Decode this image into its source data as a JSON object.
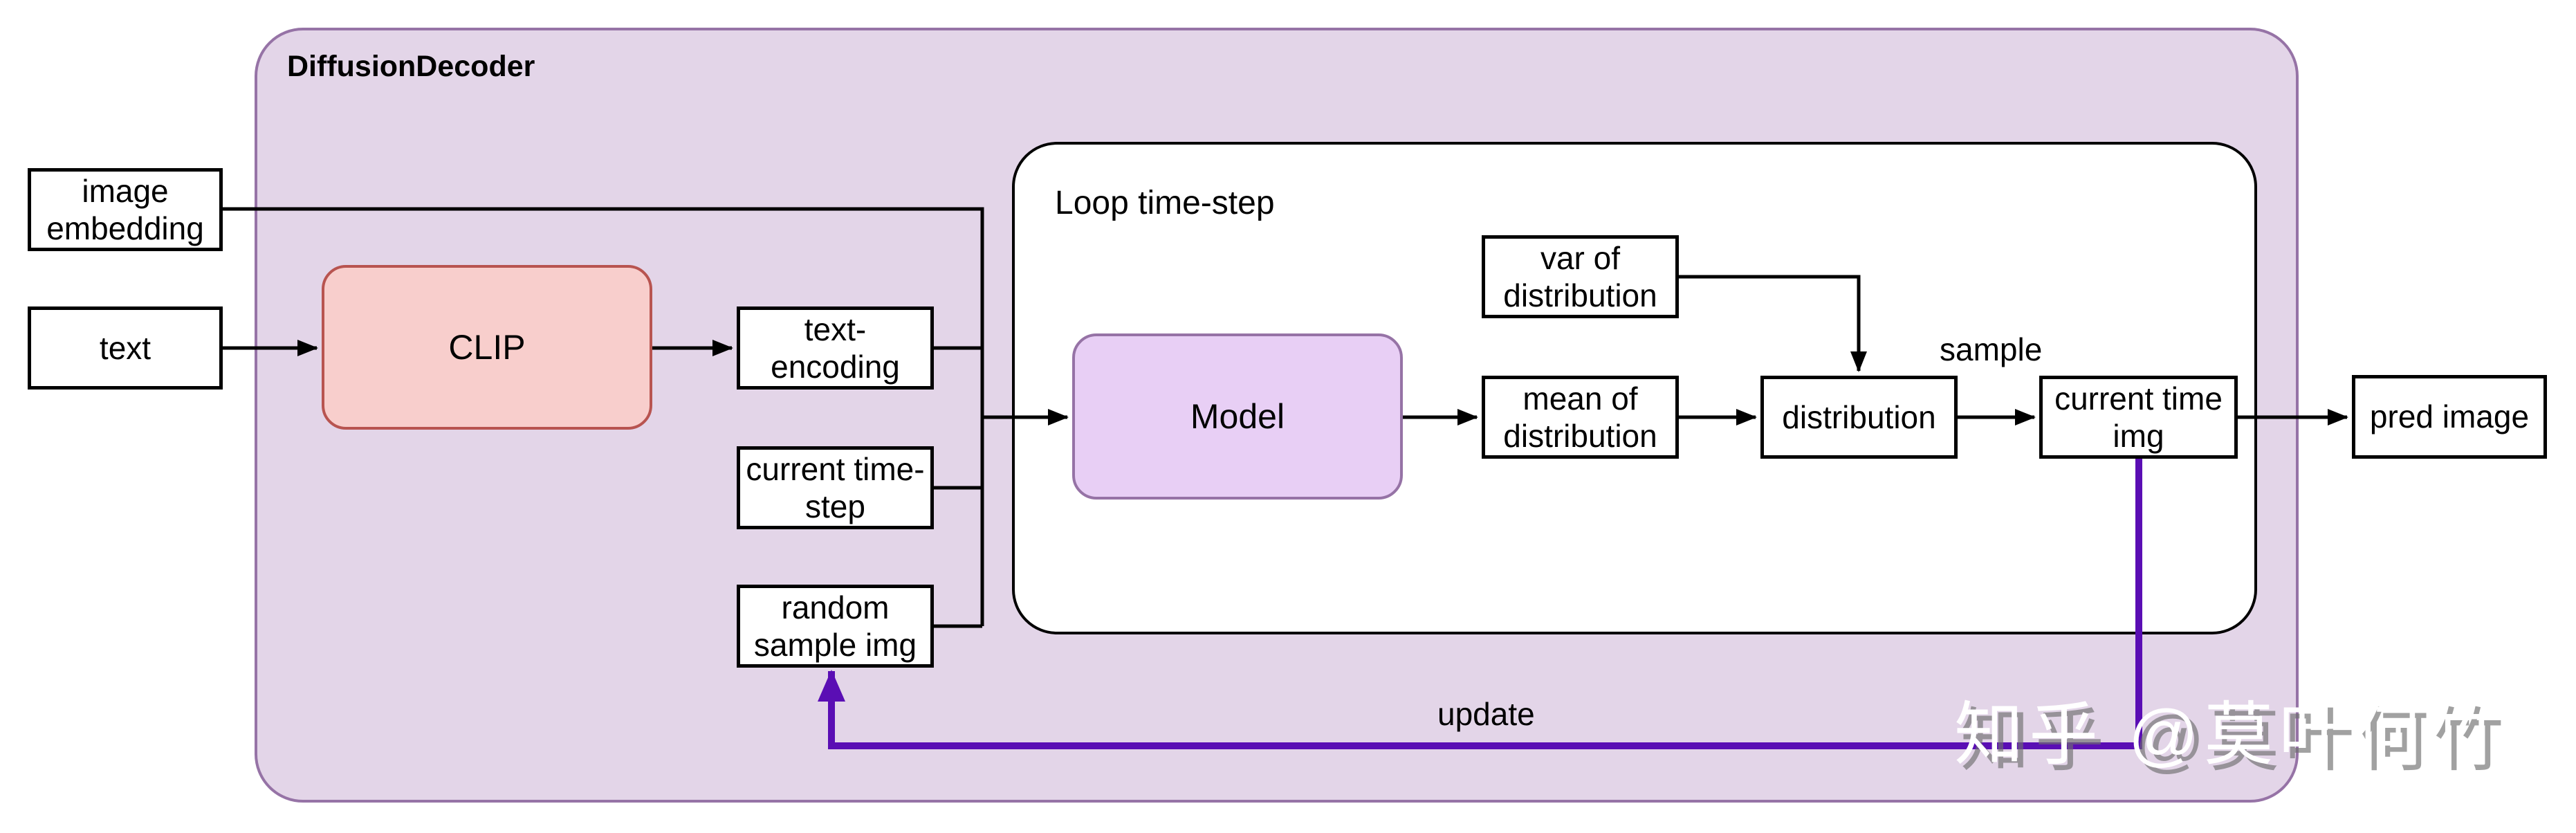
{
  "diagram": {
    "title": "DiffusionDecoder",
    "loop_box_label": "Loop time-step",
    "nodes": {
      "image_embedding": "image\nembedding",
      "text": "text",
      "clip": "CLIP",
      "text_encoding": "text-\nencoding",
      "current_time_step": "current time-\nstep",
      "random_sample_img": "random\nsample img",
      "model": "Model",
      "var_of_distribution": "var of\ndistribution",
      "mean_of_distribution": "mean of\ndistribution",
      "distribution": "distribution",
      "current_time_img": "current time\nimg",
      "pred_image": "pred image"
    },
    "edge_labels": {
      "sample": "sample",
      "update": "update"
    },
    "colors": {
      "container_fill": "#E3D5E8",
      "container_border": "#9673A6",
      "loop_fill": "#FFFFFF",
      "loop_border": "#000000",
      "node_fill": "#FFFFFF",
      "node_border": "#000000",
      "clip_fill": "#F8CECC",
      "clip_border": "#B85450",
      "model_fill": "#E8CFF5",
      "model_border": "#9673A6",
      "connector": "#000000",
      "feedback_connector": "#5A0EB4",
      "watermark_color": "#FFFFFF"
    },
    "watermark": "知乎 @莫叶何竹"
  }
}
